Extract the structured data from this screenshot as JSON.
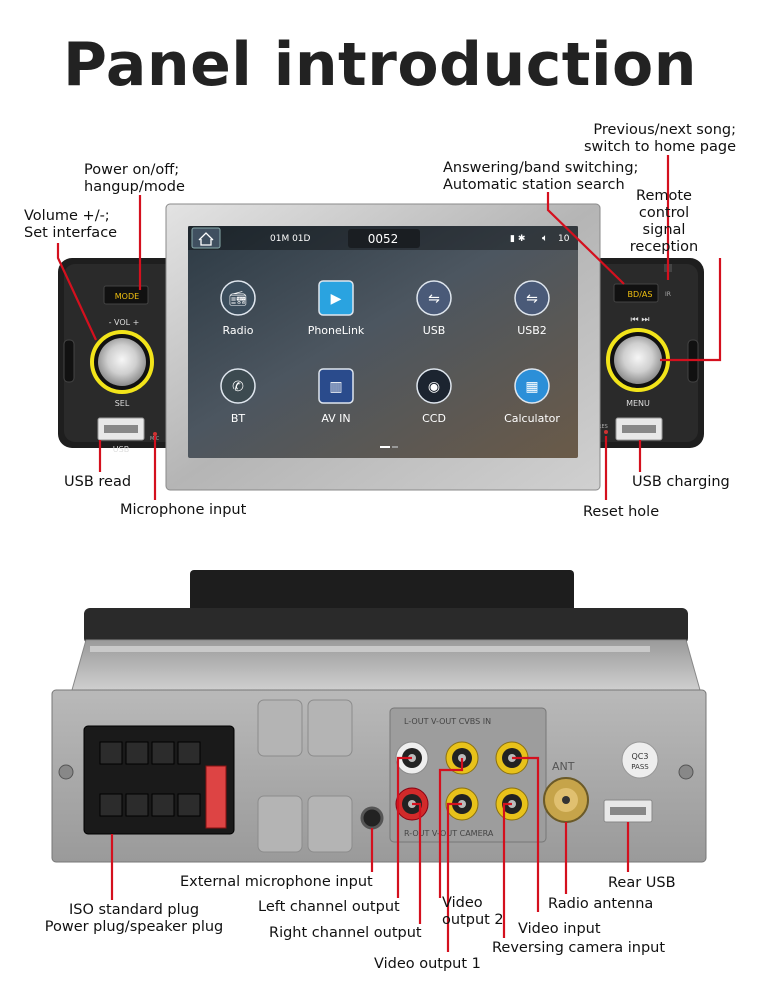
{
  "title": "Panel introduction",
  "front_labels": {
    "power": "Power on/off;",
    "power2": "hangup/mode",
    "volume": "Volume +/-;",
    "volume2": "Set interface",
    "answer": "Answering/band switching;",
    "answer2": "Automatic station search",
    "prevnext": "Previous/next song;",
    "prevnext2": "switch to home page",
    "remote1": "Remote",
    "remote2": "control",
    "remote3": "signal",
    "remote4": "reception",
    "usb_read": "USB read",
    "mic_input": "Microphone input",
    "usb_charging": "USB charging",
    "reset": "Reset hole"
  },
  "device_front": {
    "mode_btn": "MODE",
    "vol": "- VOL +",
    "sel": "SEL",
    "usb_left": "USB",
    "mic": "MIC",
    "bdas": "BD/AS",
    "menu": "MENU",
    "res": "RES"
  },
  "screen": {
    "status_left": "01M 01D",
    "status_time": "0052",
    "status_vol": "10",
    "apps": [
      {
        "label": "Radio",
        "icon": "radio-icon"
      },
      {
        "label": "PhoneLink",
        "icon": "phonelink-icon"
      },
      {
        "label": "USB",
        "icon": "usb-icon"
      },
      {
        "label": "USB2",
        "icon": "usb2-icon"
      },
      {
        "label": "BT",
        "icon": "bluetooth-phone-icon"
      },
      {
        "label": "AV IN",
        "icon": "av-in-icon"
      },
      {
        "label": "CCD",
        "icon": "camera-icon"
      },
      {
        "label": "Calculator",
        "icon": "calculator-icon"
      }
    ]
  },
  "rear_device": {
    "top_row": "L-OUT V-OUT CVBS IN",
    "bottom_row": "R-OUT V-OUT CAMERA",
    "ant": "ANT",
    "qc3_1": "QC3",
    "qc3_2": "PASS"
  },
  "rear_labels": {
    "ext_mic": "External microphone input",
    "iso1": "ISO standard plug",
    "iso2": "Power plug/speaker plug",
    "left_ch": "Left channel output",
    "right_ch": "Right channel output",
    "video_out1": "Video output 1",
    "video_out2a": "Video",
    "video_out2b": "output 2",
    "video_in": "Video input",
    "reversing": "Reversing camera input",
    "radio_ant": "Radio antenna",
    "rear_usb": "Rear USB"
  },
  "colors": {
    "callout_red": "#d4101e",
    "knob_ring": "#f2e41a",
    "button_yellow": "#f0c010",
    "panel_dark": "#1e1e1e",
    "bezel_silver": "#c7c7c7",
    "chassis_gray": "#a9a9a9",
    "rca_red": "#d22a2a",
    "rca_yellow": "#e8c21a"
  }
}
